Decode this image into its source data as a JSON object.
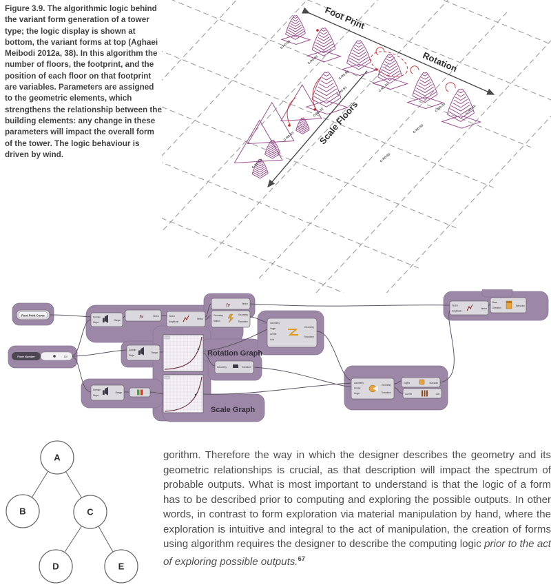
{
  "caption": {
    "text": "Figure 3.9. The algorithmic logic behind the variant form generation of a tower type; the logic display is shown at bottom, the variant forms at top (Aghaei Meibodi 2012a, 38). In this algorithm the number of floors, the footprint, and the position of each floor on that footprint are variables. Parameters are assigned to the geometric elements, which strengthens the relationship between the building elements: any change in these parameters will impact the overall form of the tower. The logic behaviour is driven by wind."
  },
  "towers": {
    "axis_labels": {
      "foot_print": "Foot Print",
      "rotation": "Rotation",
      "scale_floors": "Scale Floors"
    },
    "variant_labels": [
      "S-R0-S0",
      "S-R0-S0",
      "C-R0-S0",
      "C-R1-S0",
      "C-R0-S0",
      "C-R3-S0",
      "C-R0-S1",
      "C-R0-S2",
      "C-R0-S3",
      "C-R0-S4",
      "C-R0-S0",
      "C-R0-S0"
    ],
    "colors": {
      "tower": "#9c4f90",
      "grid": "#9d9d9d",
      "accent": "#cf3a3a"
    }
  },
  "logic": {
    "groups": {
      "rotation": "Rotation Graph",
      "scale": "Scale Graph"
    },
    "params": {
      "foot_print_curve": "Foot Print Curve",
      "floor_number": "Floor Number",
      "floor_value": "120"
    },
    "ports": {
      "domain": "Domain",
      "steps": "Steps",
      "range": "Range",
      "vector": "Vector",
      "amplitude": "Amplitude",
      "geometry": "Geometry",
      "motion": "Motion",
      "transform": "Transform",
      "angle": "Angle",
      "center": "Center",
      "axis": "Axis",
      "edges": "Edges",
      "surfaces": "Surfaces",
      "curves": "Curves",
      "loft": "Loft",
      "base": "Base",
      "direction": "Direction",
      "extrusion": "Extrusion"
    },
    "colors": {
      "group": "#9c87a6",
      "node": "#dcd9de",
      "wire": "#5b5562"
    }
  },
  "tree": {
    "nodes": [
      "A",
      "B",
      "C",
      "D",
      "E"
    ]
  },
  "body": {
    "text": "gorithm. Therefore the way in which the designer describes the geometry and its geometric relationships is crucial, as that description will impact the spectrum of probable outputs. What is most important to understand is that the logic of a form has to be described prior to computing and exploring the possible outputs. In other words, in contrast to form exploration via material manipulation by hand, where the exploration is intuitive and integral to the act of manipulation, the creation of forms using algorithm requires the designer to describe the computing logic ",
    "italic": "prior to the act of exploring possible outputs.",
    "footnote": "67"
  }
}
